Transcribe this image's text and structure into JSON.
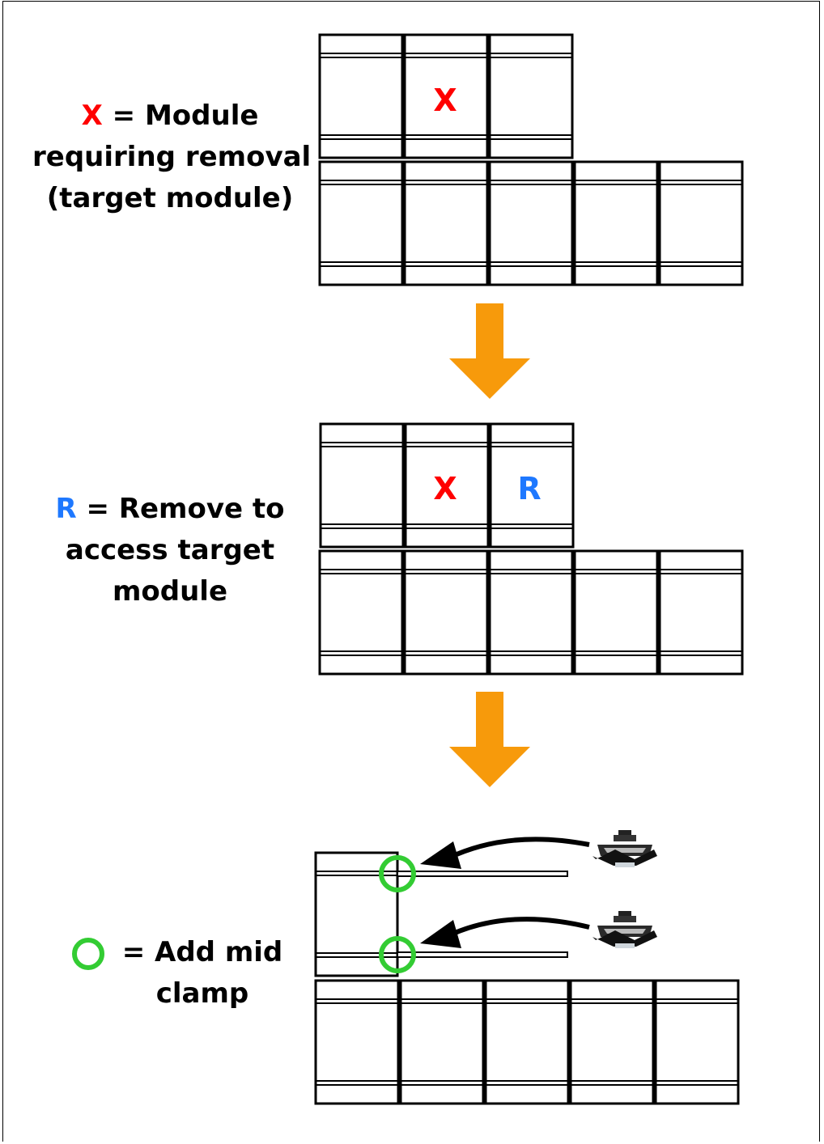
{
  "colors": {
    "target": "#ff0000",
    "remove": "#1e78ff",
    "arrow": "#f79a0b",
    "clamp_circle": "#33cc33",
    "outline": "#000000"
  },
  "step1": {
    "legend_symbol": "X",
    "legend_line1_rest": " = Module",
    "legend_line2": "requiring removal",
    "legend_line3": "(target module)",
    "module_mark": "X"
  },
  "step2": {
    "legend_symbol": "R",
    "legend_line1_rest": " = Remove to",
    "legend_line2": "access target",
    "legend_line3": "module",
    "mark_x": "X",
    "mark_r": "R"
  },
  "step3": {
    "legend_line1": "= Add mid",
    "legend_line2": "clamp",
    "legend_icon": "green-circle-icon",
    "clamp_icon": "mid-clamp-icon"
  }
}
